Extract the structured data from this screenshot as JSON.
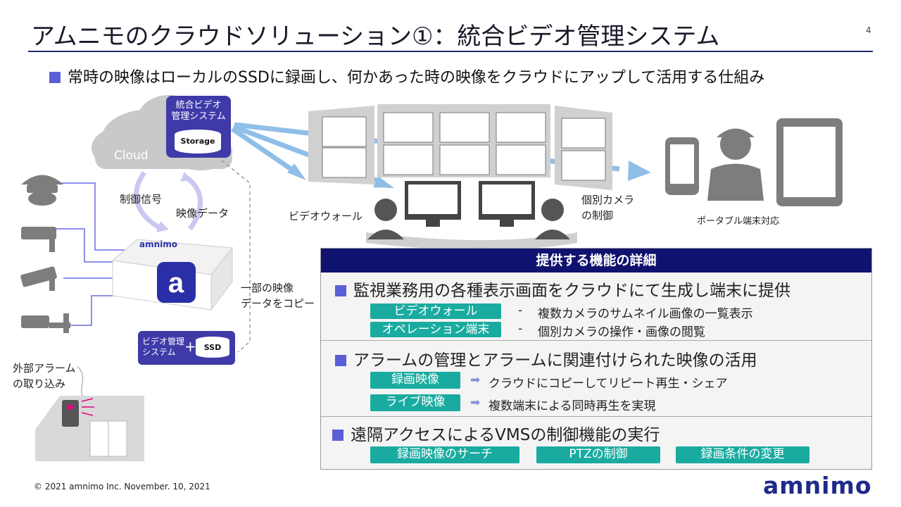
{
  "title": "アムニモのクラウドソリューション①：統合ビデオ管理システム",
  "page_number": "4",
  "subtitle": "常時の映像はローカルのSSDに録画し、何かあった時の映像をクラウドにアップして活用する仕組み",
  "diagram": {
    "cloud_label": "Cloud",
    "vms_box_label": "統合ビデオ\n管理システム",
    "storage_label": "Storage",
    "control_signal": "制御信号",
    "video_data": "映像データ",
    "device_logo": "amnimo",
    "copy_label": "一部の映像\nデータをコピー",
    "device_vms_label": "ビデオ管理\nシステム",
    "plus": "+",
    "ssd_label": "SSD",
    "alarm_label": "外部アラーム\nの取り込み",
    "video_wall_label": "ビデオウォール",
    "camera_control_label": "個別カメラ\nの制御",
    "portable_label": "ポータブル端末対応"
  },
  "panel": {
    "header": "提供する機能の詳細",
    "sections": [
      {
        "heading": "監視業務用の各種表示画面をクラウドにて生成し端末に提供",
        "items": [
          {
            "tag": "ビデオウォール",
            "prefix": "-",
            "text": "複数カメラのサムネイル画像の一覧表示"
          },
          {
            "tag": "オペレーション端末",
            "prefix": "-",
            "text": "個別カメラの操作・画像の閲覧"
          }
        ]
      },
      {
        "heading": "アラームの管理とアラームに関連付けられた映像の活用",
        "items": [
          {
            "tag": "録画映像",
            "prefix": "➡",
            "text": "クラウドにコピーしてリピート再生・シェア"
          },
          {
            "tag": "ライブ映像",
            "prefix": "➡",
            "text": "複数端末による同時再生を実現"
          }
        ]
      },
      {
        "heading": "遠隔アクセスによるVMSの制御機能の実行",
        "tags": [
          "録画映像のサーチ",
          "PTZの制御",
          "録画条件の変更"
        ]
      }
    ]
  },
  "footer": "© 2021 amnimo Inc.  November. 10, 2021",
  "logo": "amnimo",
  "colors": {
    "navy": "#10126f",
    "accent": "#5b5fd6",
    "teal": "#1aaba0",
    "box": "#3f3aa8",
    "arrow": "#8fbfe8"
  }
}
